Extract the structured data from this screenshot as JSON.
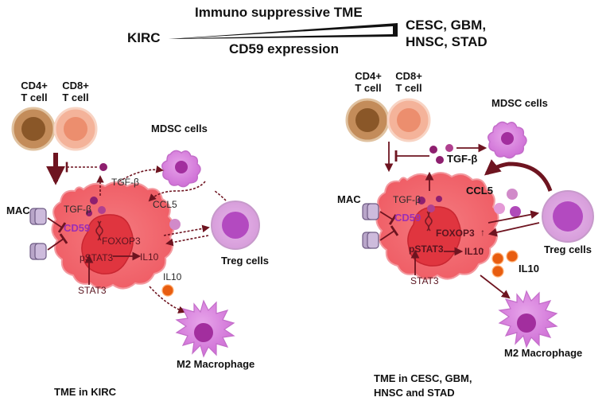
{
  "header": {
    "title": "Immuno suppressive TME",
    "left_label": "KIRC",
    "right_label_line1": "CESC, GBM,",
    "right_label_line2": "HNSC, STAD",
    "axis_label": "CD59 expression"
  },
  "left_panel": {
    "cd4_line1": "CD4+",
    "cd4_line2": "T cell",
    "cd8_line1": "CD8+",
    "cd8_line2": "T cell",
    "mdsc": "MDSC cells",
    "tgfb_top": "TGF-β",
    "tgfb_inner": "TGF-β",
    "mac": "MAC",
    "cd59": "CD59",
    "foxop3": "FOXOP3",
    "pstat3": "pSTAT3",
    "il10_inner": "IL10",
    "stat3": "STAT3",
    "ccl5": "CCL5",
    "treg": "Treg cells",
    "il10_out": "IL10",
    "m2": "M2 Macrophage",
    "caption": "TME in KIRC"
  },
  "right_panel": {
    "cd4_line1": "CD4+",
    "cd4_line2": "T cell",
    "cd8_line1": "CD8+",
    "cd8_line2": "T cell",
    "mdsc": "MDSC cells",
    "tgfb_top": "TGF-β",
    "tgfb_inner": "TGF-β",
    "mac": "MAC",
    "cd59": "CD59",
    "foxop3": "FOXOP3",
    "pstat3": "pSTAT3",
    "il10_inner": "IL10",
    "stat3": "STAT3",
    "ccl5": "CCL5",
    "treg": "Treg cells",
    "il10_out": "IL10",
    "m2": "M2 Macrophage",
    "caption_line1": "TME in CESC, GBM,",
    "caption_line2": "HNSC and STAD"
  },
  "colors": {
    "tumor": "#f2686e",
    "nucleus": "#e23a44",
    "arrow": "#6e1420",
    "purple_cell": "#c04ec9",
    "cd4": "#a8703f",
    "cd8": "#f0a081",
    "cd59_text": "#9b2fb5",
    "il10_dot": "#e85d10"
  }
}
